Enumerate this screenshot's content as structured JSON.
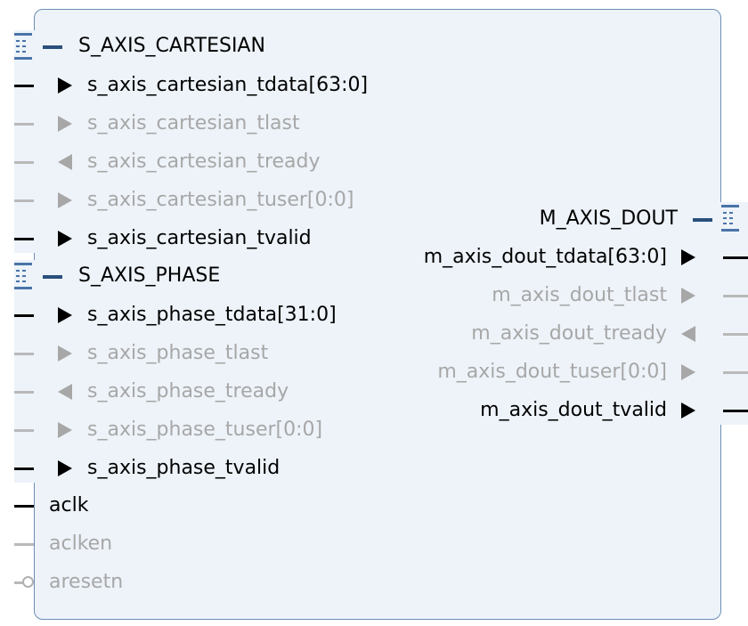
{
  "colors": {
    "block_fill": "#edf3f9",
    "block_border": "#6c8db5",
    "bus_blue": "#2a4f7d",
    "active": "#000000",
    "inactive": "#a7a7a7"
  },
  "interfaces": {
    "s_axis_cartesian": {
      "name": "S_AXIS_CARTESIAN",
      "ports": [
        {
          "label": "s_axis_cartesian_tdata[63:0]",
          "direction": "in",
          "active": true
        },
        {
          "label": "s_axis_cartesian_tlast",
          "direction": "in",
          "active": false
        },
        {
          "label": "s_axis_cartesian_tready",
          "direction": "out",
          "active": false
        },
        {
          "label": "s_axis_cartesian_tuser[0:0]",
          "direction": "in",
          "active": false
        },
        {
          "label": "s_axis_cartesian_tvalid",
          "direction": "in",
          "active": true
        }
      ]
    },
    "s_axis_phase": {
      "name": "S_AXIS_PHASE",
      "ports": [
        {
          "label": "s_axis_phase_tdata[31:0]",
          "direction": "in",
          "active": true
        },
        {
          "label": "s_axis_phase_tlast",
          "direction": "in",
          "active": false
        },
        {
          "label": "s_axis_phase_tready",
          "direction": "out",
          "active": false
        },
        {
          "label": "s_axis_phase_tuser[0:0]",
          "direction": "in",
          "active": false
        },
        {
          "label": "s_axis_phase_tvalid",
          "direction": "in",
          "active": true
        }
      ]
    },
    "m_axis_dout": {
      "name": "M_AXIS_DOUT",
      "ports": [
        {
          "label": "m_axis_dout_tdata[63:0]",
          "direction": "out",
          "active": true
        },
        {
          "label": "m_axis_dout_tlast",
          "direction": "out",
          "active": false
        },
        {
          "label": "m_axis_dout_tready",
          "direction": "in",
          "active": false
        },
        {
          "label": "m_axis_dout_tuser[0:0]",
          "direction": "out",
          "active": false
        },
        {
          "label": "m_axis_dout_tvalid",
          "direction": "out",
          "active": true
        }
      ]
    }
  },
  "clock_ports": [
    {
      "label": "aclk",
      "active": true,
      "negated": false
    },
    {
      "label": "aclken",
      "active": false,
      "negated": false
    },
    {
      "label": "aresetn",
      "active": false,
      "negated": true
    }
  ]
}
